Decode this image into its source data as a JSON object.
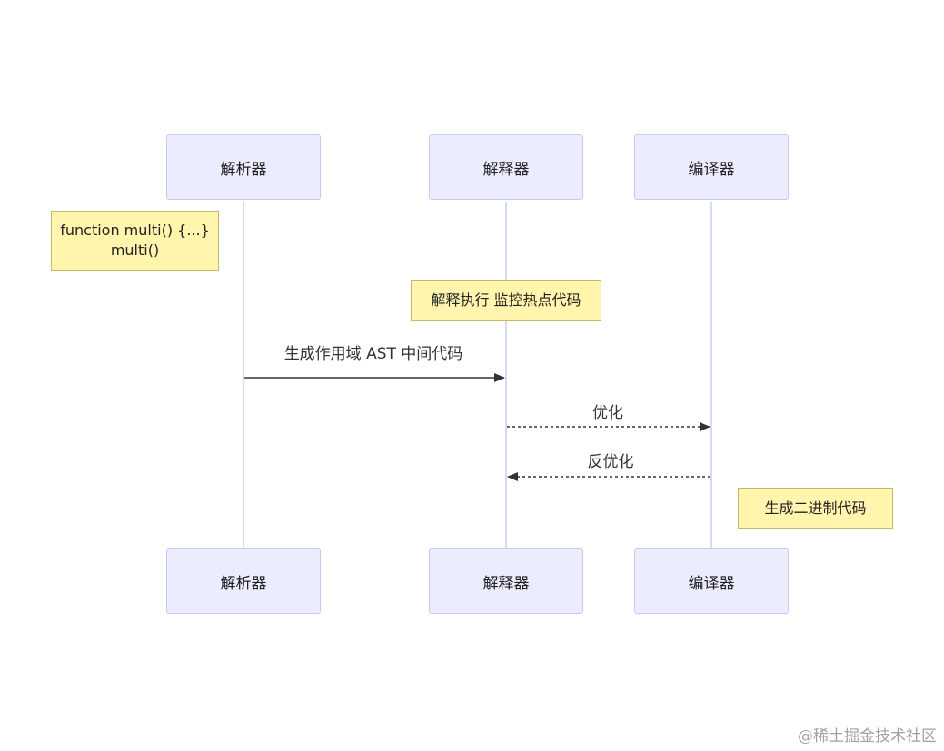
{
  "actors": {
    "parser": "解析器",
    "interpreter": "解释器",
    "compiler": "编译器"
  },
  "notes": {
    "code_line_1": "function multi() {...}",
    "code_line_2": "multi()",
    "interpret_monitor": "解释执行 监控热点代码",
    "gen_binary": "生成二进制代码"
  },
  "messages": {
    "generate_scope_ast": "生成作用域 AST 中间代码",
    "optimize": "优化",
    "deoptimize": "反优化"
  },
  "watermark": "@稀土掘金技术社区",
  "colors": {
    "actor_fill": "#ececff",
    "actor_border": "#c9c9f0",
    "lifeline": "#d8d8f5",
    "note_fill": "#fff5ad",
    "note_border": "#c9b964",
    "arrow": "#333333"
  }
}
